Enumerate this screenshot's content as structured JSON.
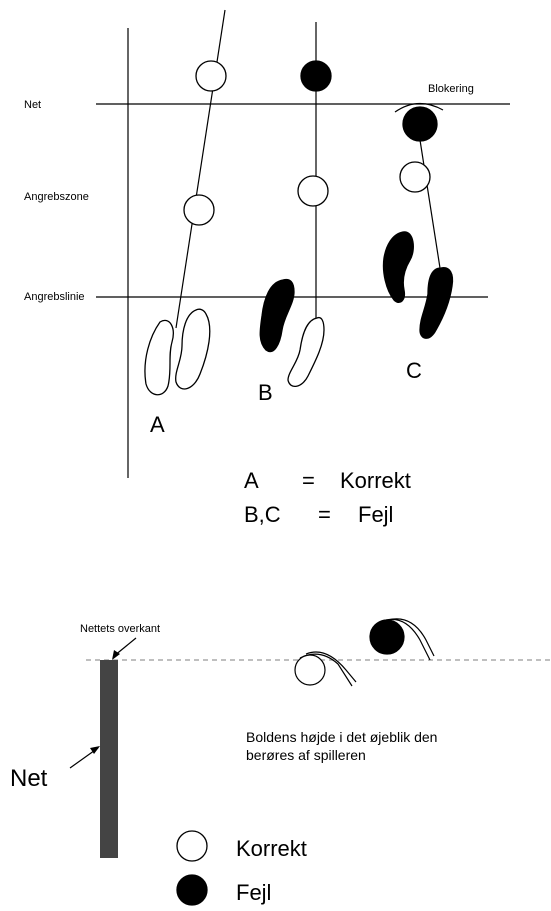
{
  "top_diagram": {
    "net_label": "Net",
    "attack_zone_label": "Angrebszone",
    "attack_line_label": "Angrebslinie",
    "block_label": "Blokering",
    "player_labels": [
      "A",
      "B",
      "C"
    ],
    "legend": [
      {
        "who": "A",
        "eq": "=",
        "verdict": "Korrekt"
      },
      {
        "who": "B,C",
        "eq": "=",
        "verdict": "Fejl"
      }
    ]
  },
  "bottom_diagram": {
    "net_top_label": "Nettets overkant",
    "net_label": "Net",
    "caption_line1": "Boldens højde i det øjeblik den",
    "caption_line2": "berøres af spilleren"
  },
  "legend": {
    "correct_label": "Korrekt",
    "fault_label": "Fejl"
  },
  "colors": {
    "ink": "#000000",
    "net_post": "#444444",
    "dashed_line": "#999999"
  }
}
